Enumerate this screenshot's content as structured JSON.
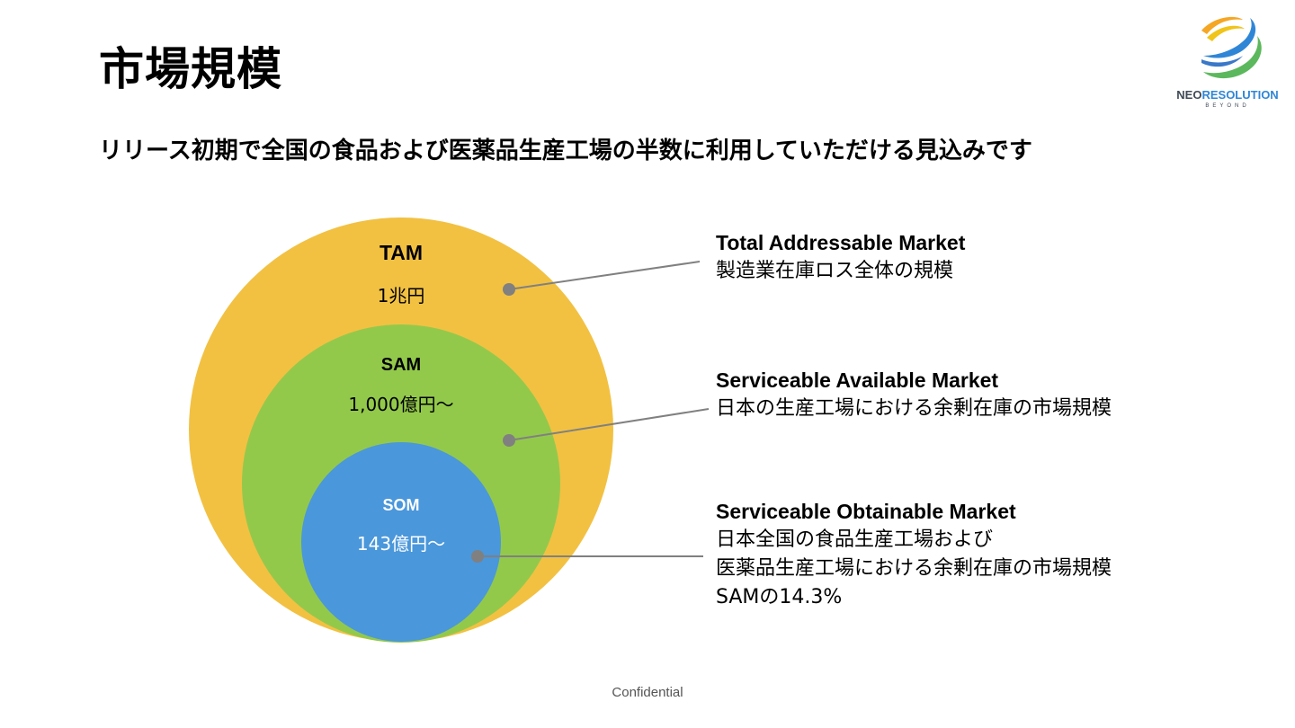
{
  "slide": {
    "title": "市場規模",
    "subtitle": "リリース初期で全国の食品および医薬品生産工場の半数に利用していただける見込みです",
    "footer": "Confidential"
  },
  "logo": {
    "name_part1": "NEO",
    "name_part2": "RESOLUTION",
    "tagline": "BEYOND",
    "colors": [
      "#f5a623",
      "#2f86d6",
      "#5cb85c"
    ]
  },
  "markets": [
    {
      "label": "TAM",
      "value": "1兆円",
      "title": "Total Addressable Market",
      "desc_lines": [
        "製造業在庫ロス全体の規模"
      ],
      "color": "#f2c142"
    },
    {
      "label": "SAM",
      "value": "1,000億円～",
      "title": "Serviceable Available Market",
      "desc_lines": [
        "日本の生産工場における余剰在庫の市場規模"
      ],
      "color": "#93c94b"
    },
    {
      "label": "SOM",
      "value": "143億円～",
      "title": "Serviceable Obtainable Market",
      "desc_lines": [
        "日本全国の食品生産工場および",
        "医薬品生産工場における余剰在庫の市場規模",
        "SAMの14.3%"
      ],
      "color": "#4a97db"
    }
  ]
}
